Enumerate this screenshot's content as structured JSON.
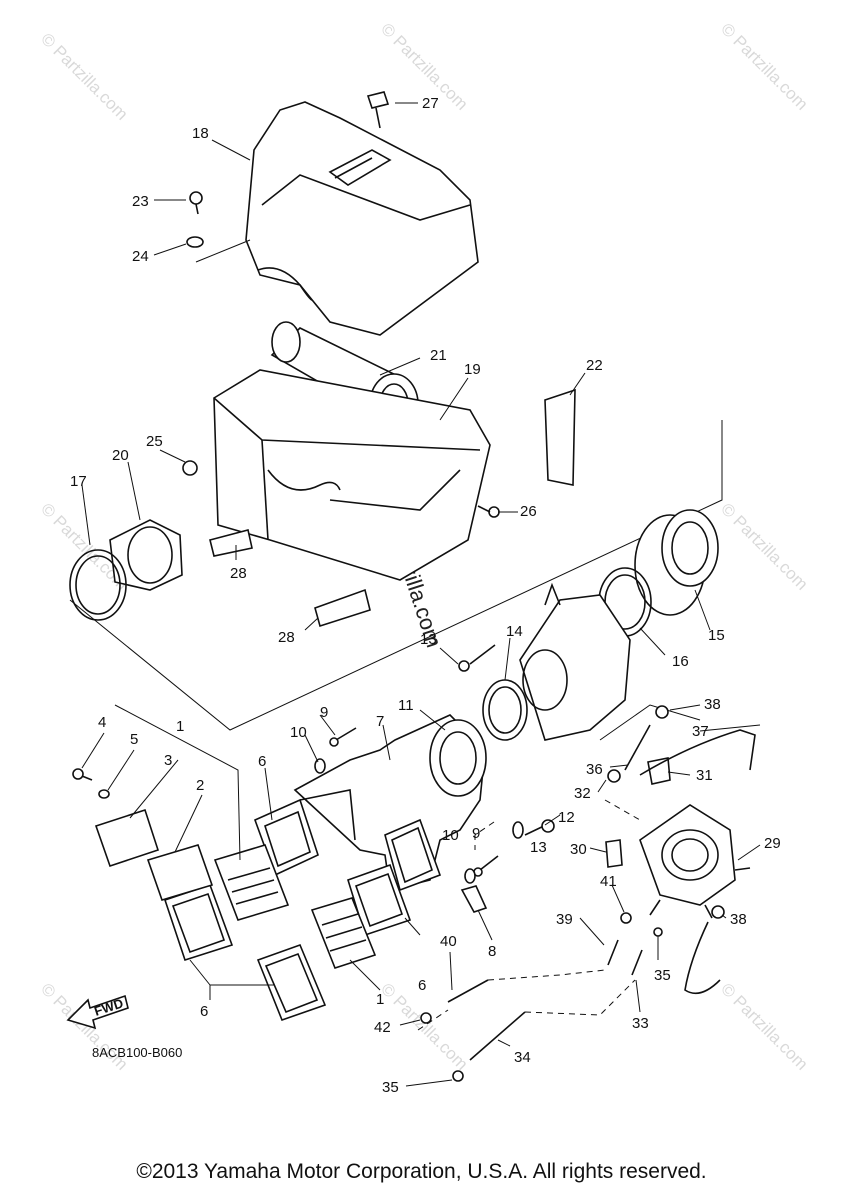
{
  "diagram_code": "8ACB100-B060",
  "copyright": "©2013 Yamaha Motor Corporation, U.S.A. All rights reserved.",
  "watermark_text": "© Partzilla.com",
  "fwd_label": "FWD",
  "callouts": {
    "n27": "27",
    "n18": "18",
    "n23": "23",
    "n24": "24",
    "n21": "21",
    "n22": "22",
    "n19": "19",
    "n25": "25",
    "n20": "20",
    "n17": "17",
    "n26": "26",
    "n28a": "28",
    "n28b": "28",
    "n15": "15",
    "n16": "16",
    "n14": "14",
    "n13a": "13",
    "n11": "11",
    "n7": "7",
    "n9a": "9",
    "n10a": "10",
    "n4": "4",
    "n5": "5",
    "n1a": "1",
    "n3": "3",
    "n2": "2",
    "n6a": "6",
    "n38a": "38",
    "n37": "37",
    "n36": "36",
    "n32": "32",
    "n31": "31",
    "n12": "12",
    "n13b": "13",
    "n9b": "9",
    "n10b": "10",
    "n29": "29",
    "n30": "30",
    "n41": "41",
    "n39": "39",
    "n38b": "38",
    "n35a": "35",
    "n8": "8",
    "n40": "40",
    "n6b": "6",
    "n1b": "1",
    "n33": "33",
    "n6c": "6",
    "n42": "42",
    "n34": "34",
    "n35b": "35"
  },
  "colors": {
    "ink": "#111111",
    "watermark": "#d9d9d9",
    "background": "#ffffff"
  }
}
